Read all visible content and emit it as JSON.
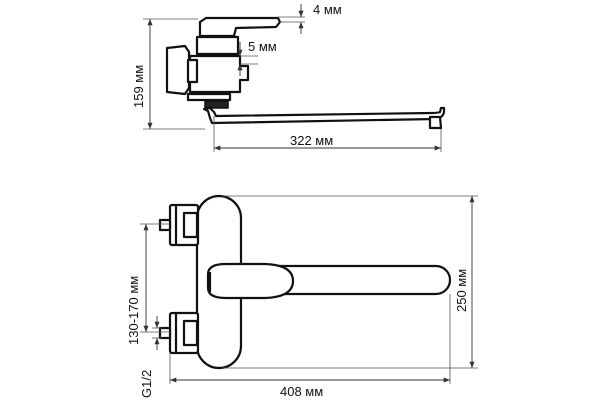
{
  "dimensions": {
    "top_offset": "4 мм",
    "lever_offset": "5 мм",
    "side_height": "159 мм",
    "spout_length": "322 мм",
    "inlet_spacing": "130-170 мм",
    "body_height": "250 мм",
    "thread": "G1/2",
    "total_length": "408 мм"
  }
}
